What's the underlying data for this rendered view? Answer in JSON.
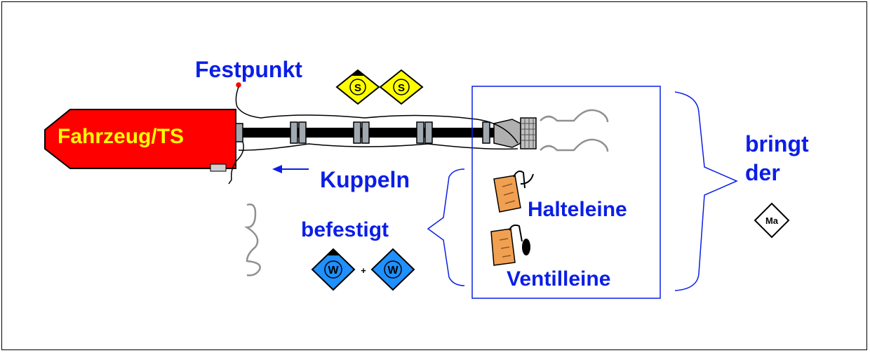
{
  "labels": {
    "vehicle": "Fahrzeug/TS",
    "fixpoint": "Festpunkt",
    "coupling": "Kuppeln",
    "secured": "befestigt",
    "holding_line": "Halteleine",
    "valve_line": "Ventilleine",
    "brings": "bringt",
    "the": "der"
  },
  "markers": {
    "s1": "S",
    "s2": "S",
    "w1": "W",
    "plus": "+",
    "w2": "W",
    "ma": "Ma"
  },
  "colors": {
    "vehicle_fill": "#ff0000",
    "vehicle_text": "#ffff00",
    "label_blue": "#0a1ee6",
    "s_marker": "#ffff00",
    "w_marker": "#1e90ff",
    "line_bag": "#f0a050"
  }
}
